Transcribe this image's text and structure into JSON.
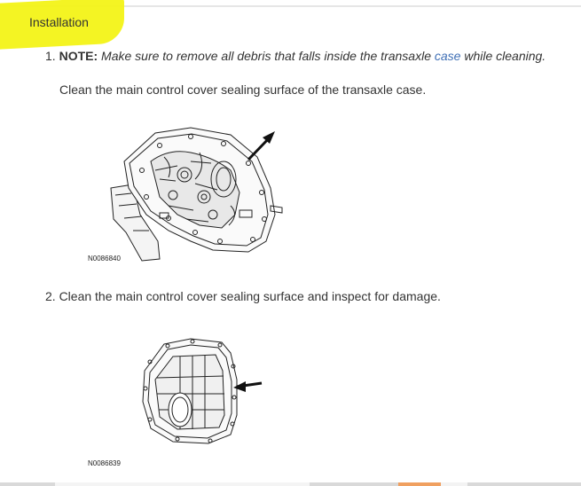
{
  "section_title": "Installation",
  "step1": {
    "number": "1.",
    "note_label": "NOTE:",
    "note_text_before": "Make sure to remove all debris that falls inside the transaxle",
    "note_link": "case",
    "note_text_after": "while cleaning.",
    "body": "Clean the main control cover sealing surface of the transaxle case.",
    "figure_label": "N0086840"
  },
  "step2": {
    "text": "2. Clean the main control cover sealing surface and inspect for damage.",
    "figure_label": "N0086839"
  },
  "colors": {
    "highlight": "#f3f317",
    "link": "#3f6fb5",
    "text": "#333333"
  }
}
